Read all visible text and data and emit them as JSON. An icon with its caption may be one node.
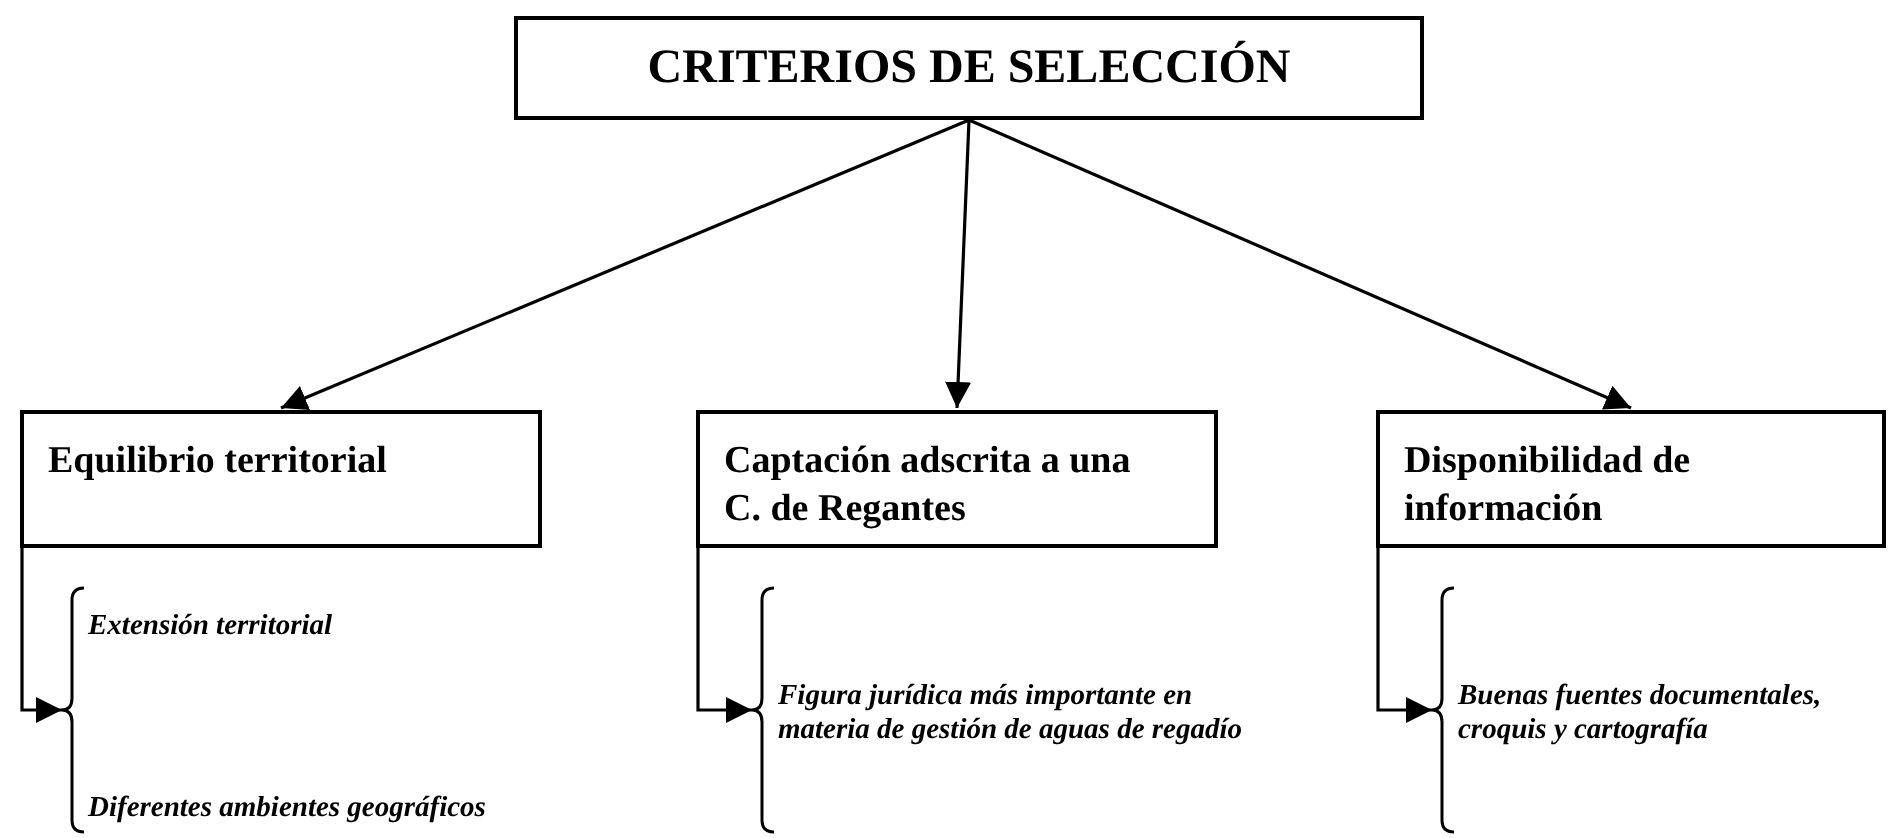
{
  "diagram": {
    "nodes": [
      {
        "text": [
          "CRITERIOS DE SELECCIÓN"
        ]
      },
      {
        "text": [
          "Equilibrio territorial"
        ]
      },
      {
        "text": [
          "Captación adscrita a una C. de Regantes"
        ]
      },
      {
        "text": [
          "Disponibilidad de información"
        ]
      },
      {
        "text": [
          "Extensión territorial",
          "Diferentes ambientes geográficos"
        ]
      },
      {
        "text": [
          "Figura jurídica más importante en materia de gestión de aguas de regadío"
        ]
      },
      {
        "text": [
          "Buenas fuentes documentales, croquis y cartografía"
        ]
      }
    ],
    "edges": [
      {
        "from": 0,
        "to": 1,
        "arrow": "to"
      },
      {
        "from": 0,
        "to": 2,
        "arrow": "to"
      },
      {
        "from": 0,
        "to": 3,
        "arrow": "to"
      },
      {
        "from": 1,
        "to": 4,
        "arrow": "to"
      },
      {
        "from": 2,
        "to": 5,
        "arrow": "to"
      },
      {
        "from": 3,
        "to": 6,
        "arrow": "to"
      }
    ]
  }
}
